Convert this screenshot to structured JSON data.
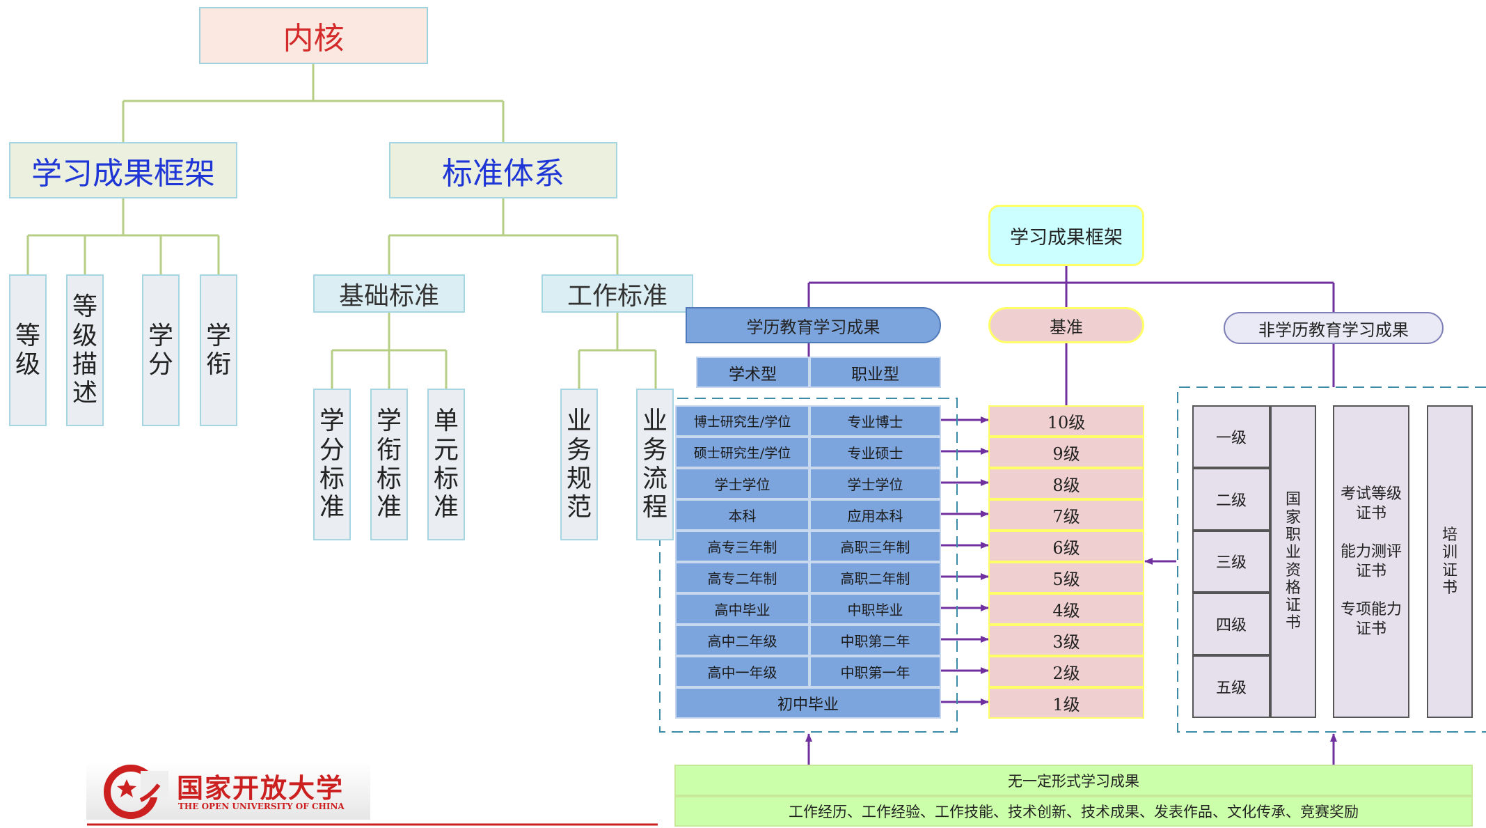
{
  "left_tree": {
    "root": "内核",
    "branches": [
      {
        "label": "学习成果框架",
        "children": [
          "等级",
          "等级描述",
          "学分",
          "学衔"
        ]
      },
      {
        "label": "标准体系",
        "children": [
          {
            "label": "基础标准",
            "children": [
              "学分标准",
              "学衔标准",
              "单元标准"
            ]
          },
          {
            "label": "工作标准",
            "children": [
              "业务规范",
              "业务流程"
            ]
          }
        ]
      }
    ]
  },
  "right_diagram": {
    "title": "学习成果框架",
    "formal": {
      "label": "学历教育学习成果",
      "col_headers": [
        "学术型",
        "职业型"
      ],
      "rows": [
        [
          "博士研究生/学位",
          "专业博士"
        ],
        [
          "硕士研究生/学位",
          "专业硕士"
        ],
        [
          "学士学位",
          "学士学位"
        ],
        [
          "本科",
          "应用本科"
        ],
        [
          "高专三年制",
          "高职三年制"
        ],
        [
          "高专二年制",
          "高职二年制"
        ],
        [
          "高中毕业",
          "中职毕业"
        ],
        [
          "高中二年级",
          "中职第二年"
        ],
        [
          "高中一年级",
          "中职第一年"
        ]
      ],
      "last_row": "初中毕业"
    },
    "benchmark": {
      "label": "基准",
      "levels": [
        "10级",
        "9级",
        "8级",
        "7级",
        "6级",
        "5级",
        "4级",
        "3级",
        "2级",
        "1级"
      ]
    },
    "nonformal": {
      "label": "非学历教育学习成果",
      "grades": [
        "一级",
        "二级",
        "三级",
        "四级",
        "五级"
      ],
      "national_cert": "国家职业资格证书",
      "exam_certs": [
        "考试等级证书",
        "能力测评证书",
        "专项能力证书"
      ],
      "training_cert": "培训证书"
    },
    "informal": {
      "title": "无一定形式学习成果",
      "items": "工作经历、工作经验、工作技能、技术创新、技术成果、发表作品、文化传承、竞赛奖励"
    }
  },
  "logo": {
    "name": "国家开放大学",
    "english": "THE OPEN UNIVERSITY OF CHINA"
  },
  "colors": {
    "accent_red": "#cc1f1f",
    "tree_connector": "#b7cf84",
    "arrow_purple": "#7030a0",
    "title_blue": "#1f36d6"
  }
}
